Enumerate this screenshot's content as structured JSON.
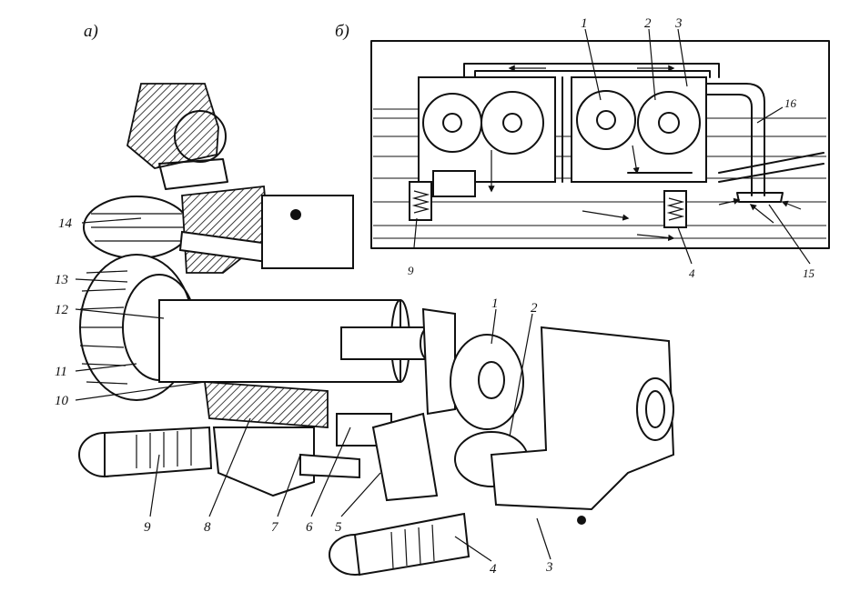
{
  "panels": {
    "a": {
      "tag": "а)"
    },
    "b": {
      "tag": "б)"
    }
  },
  "callouts_a": [
    "1",
    "2",
    "3",
    "4",
    "5",
    "6",
    "7",
    "8",
    "9",
    "10",
    "11",
    "12",
    "13",
    "14"
  ],
  "callouts_b": [
    "1",
    "2",
    "3",
    "4",
    "9",
    "15",
    "16"
  ]
}
